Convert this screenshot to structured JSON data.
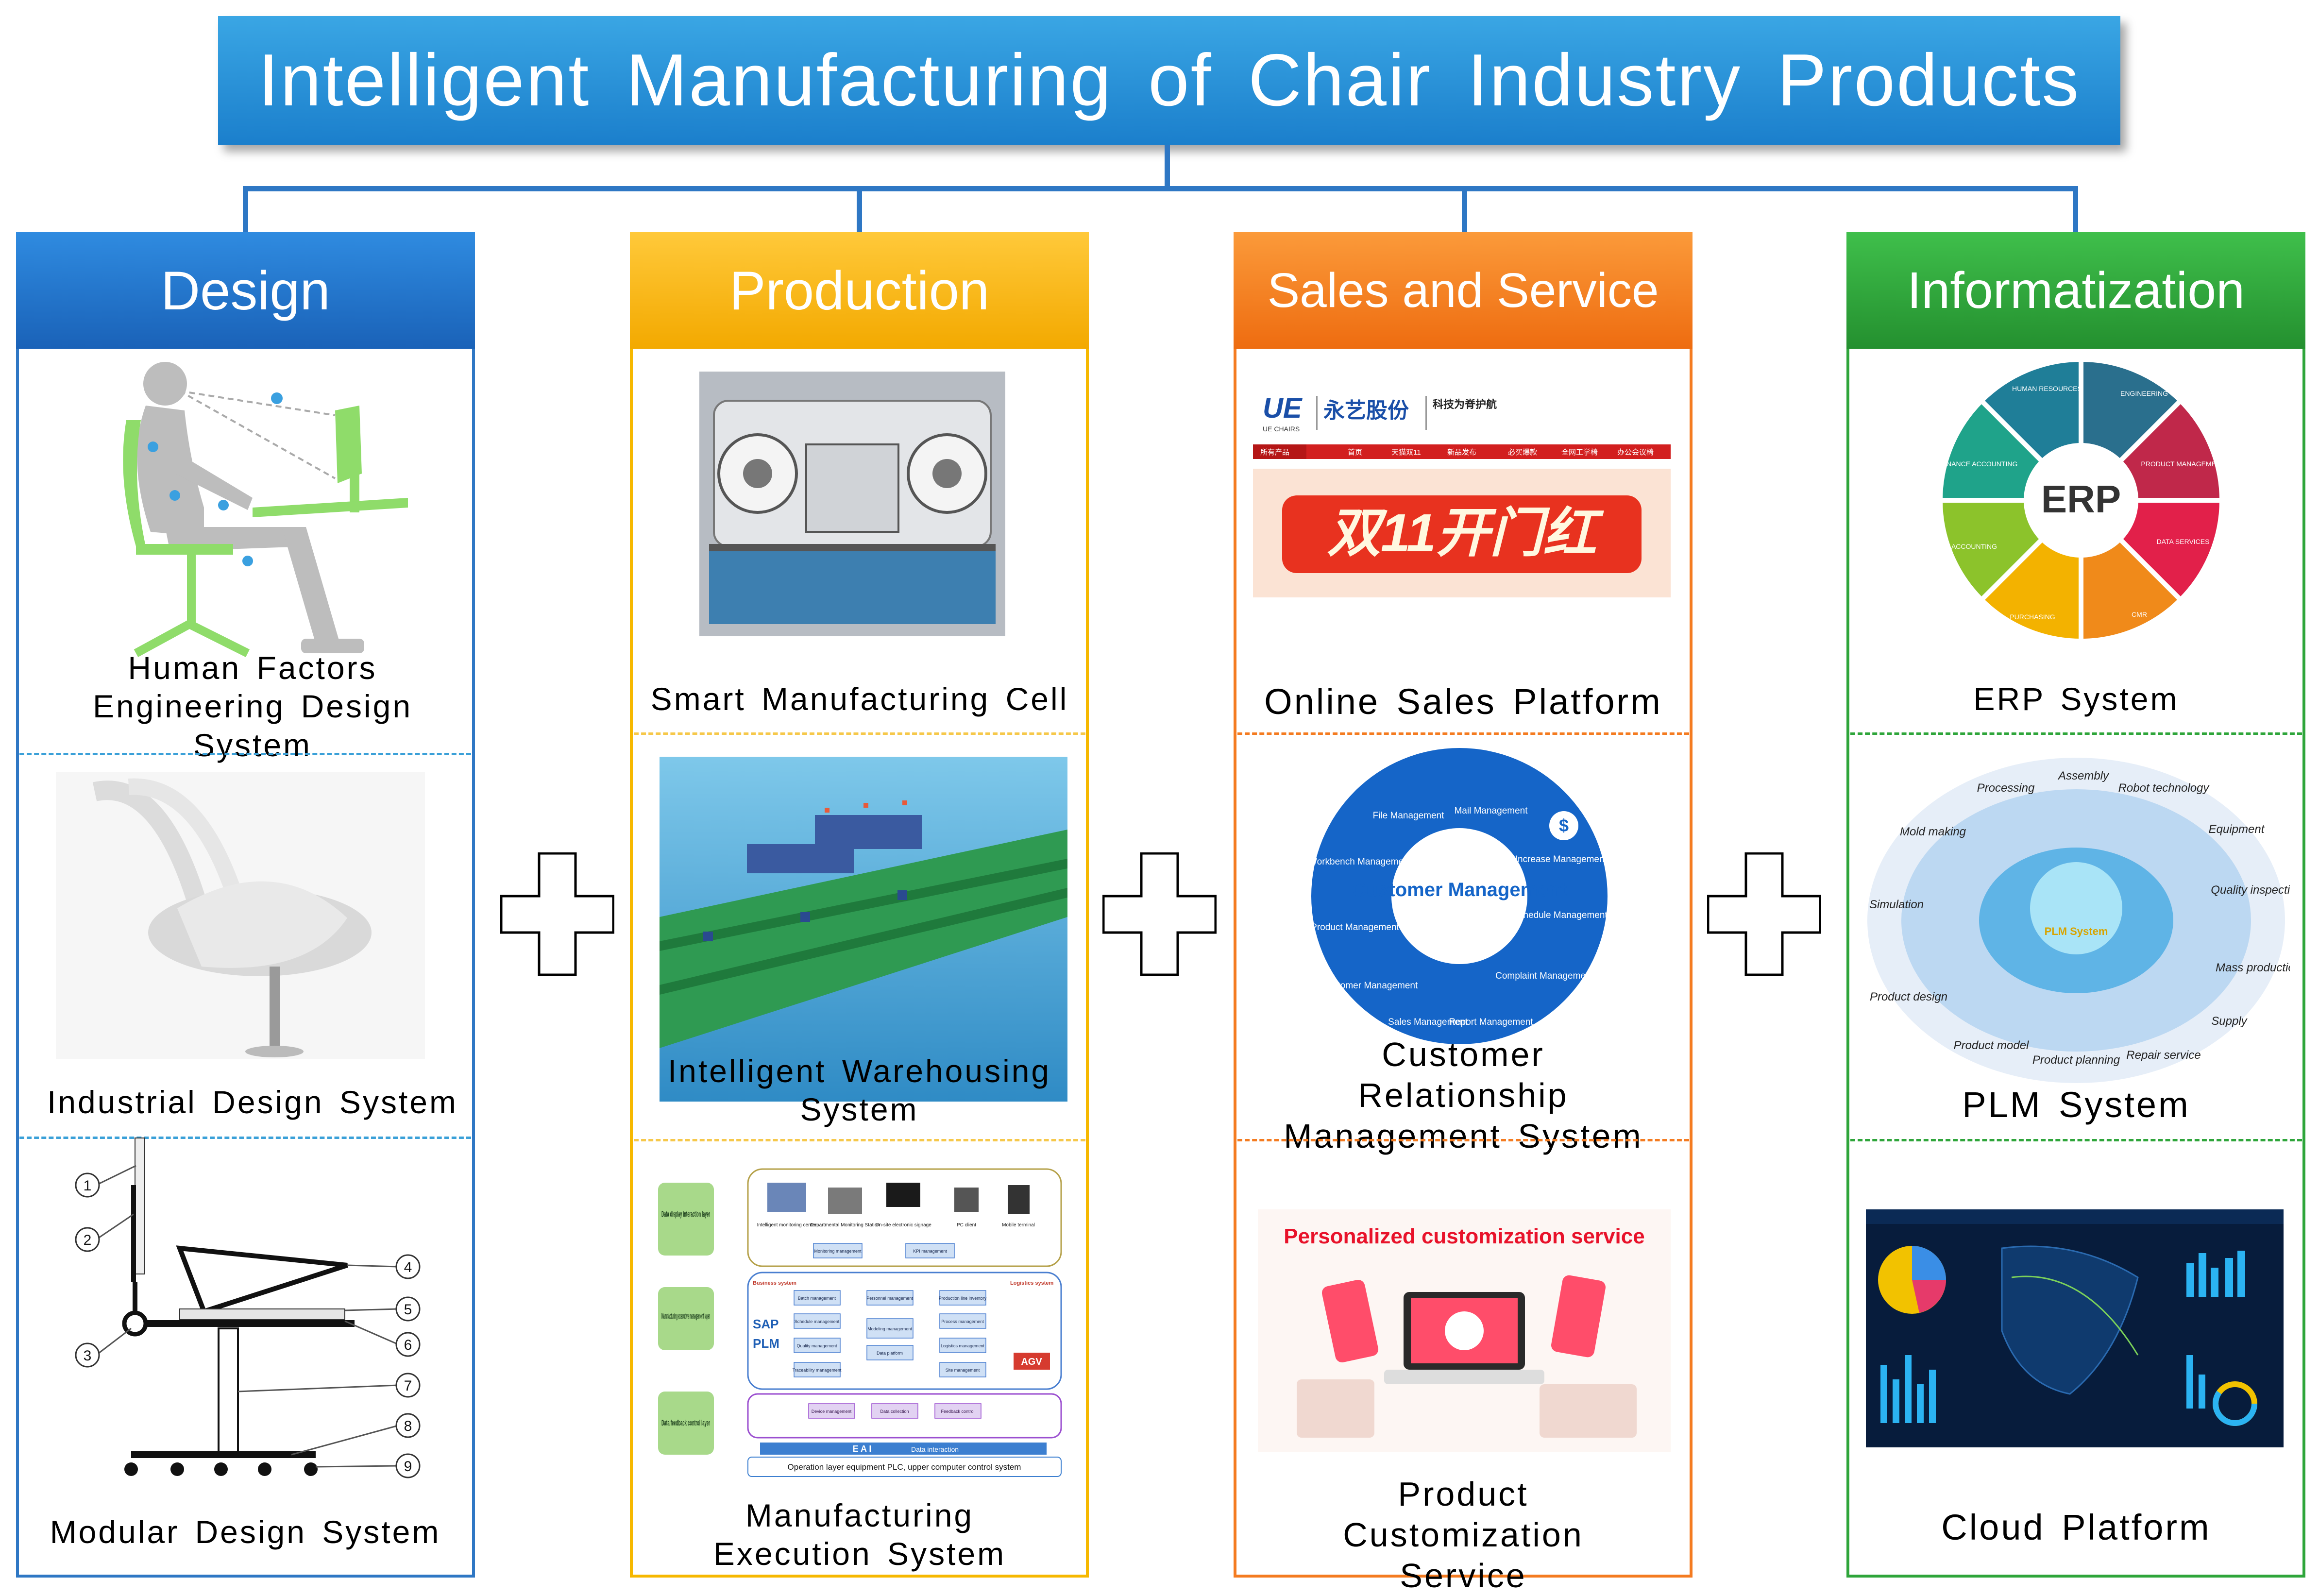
{
  "title": "Intelligent Manufacturing of Chair Industry Products",
  "columns": [
    {
      "heading": "Design",
      "color": "#1f6fc9",
      "items": [
        {
          "caption": "Human Factors Engineering Design System",
          "icon": "human-factors-chair-figure"
        },
        {
          "caption": "Industrial Design System",
          "icon": "white-office-chair-photo"
        },
        {
          "caption": "Modular Design System",
          "icon": "modular-desk-diagram"
        }
      ]
    },
    {
      "heading": "Production",
      "color": "#f6b800",
      "items": [
        {
          "caption": "Smart Manufacturing Cell",
          "icon": "machine-cell-photo"
        },
        {
          "caption": "Intelligent Warehousing System",
          "icon": "warehouse-render"
        },
        {
          "caption": "Manufacturing Execution System",
          "icon": "mes-architecture-diagram"
        }
      ]
    },
    {
      "heading": "Sales and Service",
      "color": "#f47b20",
      "items": [
        {
          "caption": "Online Sales Platform",
          "icon": "online-shop-banner"
        },
        {
          "caption": "Customer Relationship Management System",
          "icon": "crm-ring"
        },
        {
          "caption": "Product Customization Service",
          "icon": "customization-illustration"
        }
      ]
    },
    {
      "heading": "Informatization",
      "color": "#2ea53a",
      "items": [
        {
          "caption": "ERP System",
          "icon": "erp-wheel"
        },
        {
          "caption": "PLM System",
          "icon": "plm-ring"
        },
        {
          "caption": "Cloud Platform",
          "icon": "cloud-dashboard"
        }
      ]
    }
  ],
  "modular_labels": [
    "1",
    "2",
    "3",
    "4",
    "5",
    "6",
    "7",
    "8",
    "9"
  ],
  "mes": {
    "layers": [
      "Data display interaction layer",
      "Manufacturing executive management layer",
      "Data feedback control layer"
    ],
    "top_items": [
      "Intelligent monitoring center",
      "Departmental Monitoring Station",
      "On-site electronic signage",
      "PC client",
      "Mobile terminal"
    ],
    "mid_items": [
      "Monitoring management",
      "KPI management",
      "Batch management",
      "Personnel management",
      "Production line inventory",
      "Schedule management",
      "Modeling management",
      "Process management",
      "Quality management",
      "Data platform",
      "Logistics management",
      "Traceability management",
      "Site management"
    ],
    "left_systems": [
      "Business system",
      "SAP",
      "PLM"
    ],
    "right_systems": [
      "Logistics system",
      "AGV"
    ],
    "bottom_items": [
      "Device management",
      "Data collection",
      "Feedback control"
    ],
    "eai": "E A I",
    "eai_label": "Data interaction",
    "footer": "Operation layer equipment    PLC, upper computer control system"
  },
  "shop": {
    "brand": "UE",
    "brand_sub": "UE CHAIRS",
    "brand_cn": "永艺股份",
    "slogan": "科技为脊护航",
    "nav": [
      "所有产品",
      "首页",
      "天猫双11",
      "新品发布",
      "必买爆款",
      "全网工学椅",
      "办公会议椅"
    ],
    "banner": "双11开门红"
  },
  "crm": {
    "center": "Customer Management",
    "segments": [
      "File Management",
      "Mail Management",
      "Price Increase Management",
      "Schedule Management",
      "Complaint Management",
      "Report Management",
      "Sales Management",
      "Customer Management",
      "Product Management",
      "Workbench Management"
    ]
  },
  "customization": {
    "headline": "Personalized customization service"
  },
  "erp": {
    "center": "ERP",
    "segments": [
      "HUMAN RESOURCES",
      "ENGINEERING",
      "PRODUCT MANAGEMENT",
      "DATA SERVICES",
      "CMR",
      "PURCHASING",
      "ACCOUNTING",
      "FINANCE ACCOUNTING"
    ]
  },
  "plm": {
    "center": "PLM System",
    "ring": [
      "Processing",
      "Assembly",
      "Robot technology",
      "Equipment",
      "Quality inspection",
      "Mass production",
      "Supply",
      "Repair service",
      "Product planning",
      "Product model",
      "Product design",
      "Simulation",
      "Mold making"
    ]
  }
}
